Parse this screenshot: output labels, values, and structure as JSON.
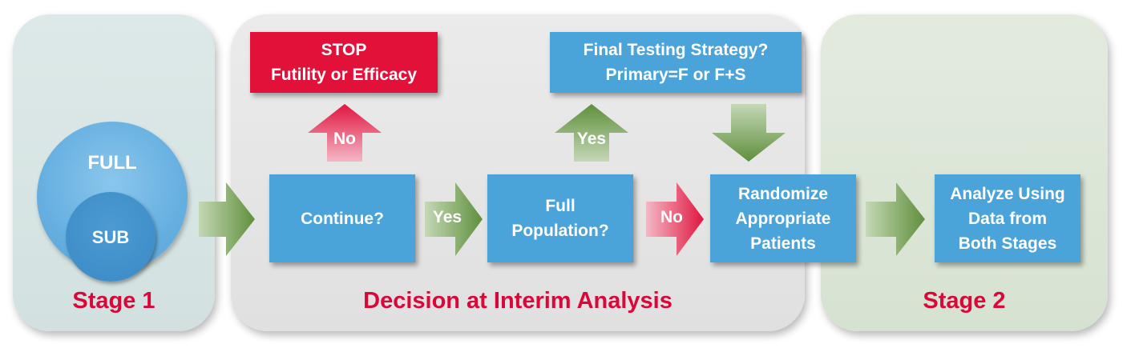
{
  "stages": {
    "stage1": "Stage 1",
    "interim": "Decision at Interim Analysis",
    "stage2": "Stage 2"
  },
  "populations": {
    "full": "FULL",
    "sub": "SUB"
  },
  "boxes": {
    "stop": [
      "STOP",
      "Futility or Efficacy"
    ],
    "final_testing": [
      "Final Testing Strategy?",
      "Primary=F or F+S"
    ],
    "continue": [
      "Continue?"
    ],
    "full_population": [
      "Full",
      "Population?"
    ],
    "randomize": [
      "Randomize",
      "Appropriate",
      "Patients"
    ],
    "analyze": [
      "Analyze Using",
      "Data from",
      "Both Stages"
    ]
  },
  "arrows": {
    "continue_no": "No",
    "full_yes": "Yes",
    "continue_yes": "Yes",
    "full_no": "No"
  },
  "colors": {
    "accent_red": "#d9083a",
    "box_blue": "#4aa3d9",
    "stop_red": "#e2113a",
    "arrow_green": "#6f9c4c",
    "arrow_pink": "#e0163f"
  }
}
